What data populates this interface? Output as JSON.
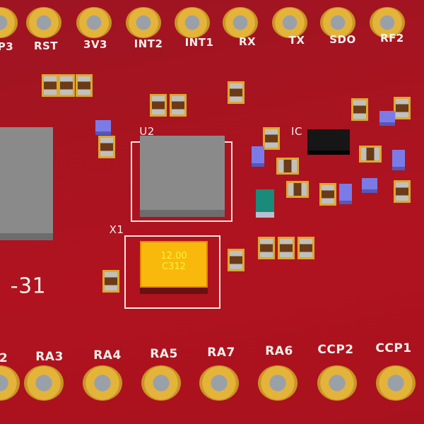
{
  "top_pins": [
    "P3",
    "RST",
    "3V3",
    "INT2",
    "INT1",
    "RX",
    "TX",
    "SDO",
    "RF2"
  ],
  "bottom_pins": [
    "2",
    "RA3",
    "RA4",
    "RA5",
    "RA7",
    "RA6",
    "CCP2",
    "CCP1"
  ],
  "designators": {
    "u2": "U2",
    "ic": "IC",
    "x1": "X1",
    "board_text": "-31"
  },
  "crystal": {
    "line1": "12.00",
    "line2": "C312"
  },
  "colors": {
    "pcb": "#a3121f",
    "pad": "#e4b43a",
    "silk": "#efe7e0",
    "crystal": "#f8b90c"
  }
}
